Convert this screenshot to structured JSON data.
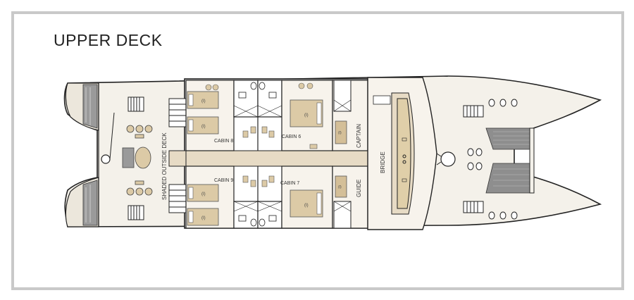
{
  "title": "UPPER DECK",
  "labels": {
    "shaded_deck": "SHADED OUTSIDE DECK",
    "cabin8": "CABIN 8",
    "cabin6": "CABIN 6",
    "cabin9": "CABIN 9",
    "cabin7": "CABIN 7",
    "captain": "CAPTAIN",
    "guide": "GUIDE",
    "bridge": "BRIDGE"
  },
  "bed_marks": {
    "twin": "(I)",
    "double": "(I)"
  },
  "colors": {
    "hull": "#f4f1ea",
    "wall": "#222222",
    "corridor": "#e7dbc5",
    "bed": "#dccaa6",
    "tan": "#d4bf98",
    "frame": "#c9c9c9"
  }
}
